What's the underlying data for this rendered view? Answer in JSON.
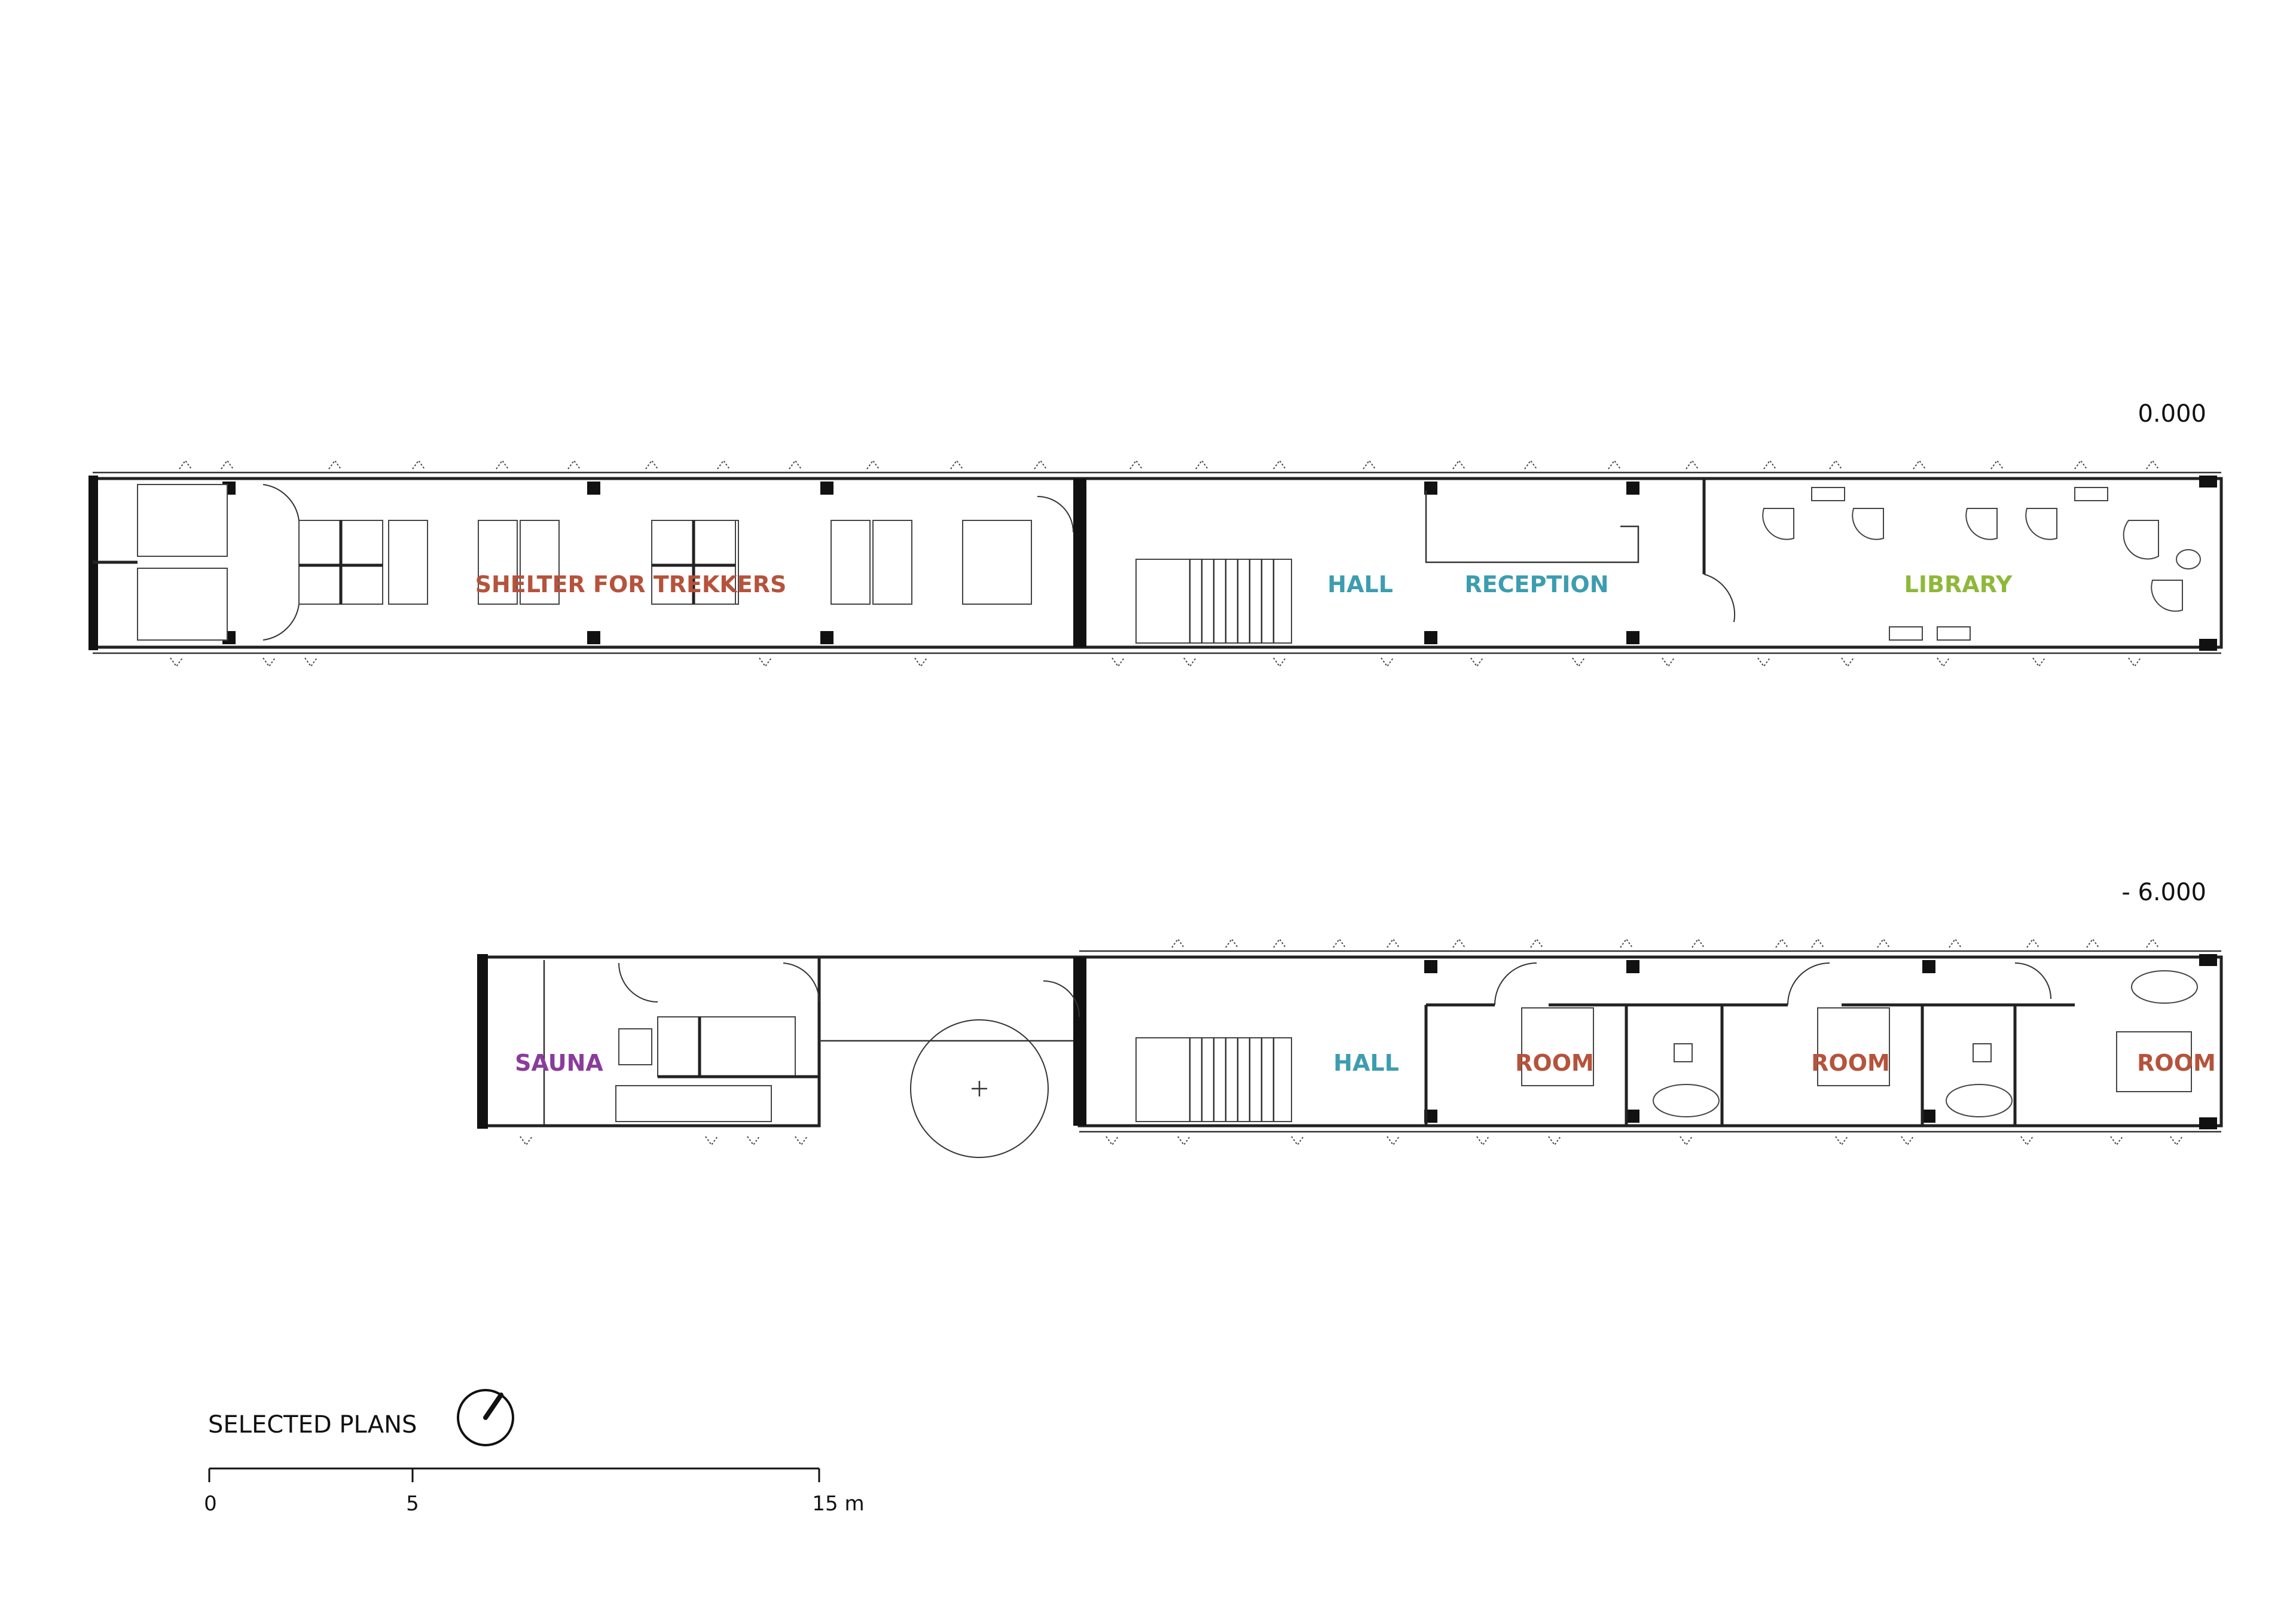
{
  "levels": {
    "upper": {
      "elevation": "0.000"
    },
    "lower": {
      "elevation": "- 6.000"
    }
  },
  "rooms": {
    "upper": [
      {
        "label": "SHELTER FOR TREKKERS",
        "color": "#b5533c"
      },
      {
        "label": "HALL",
        "color": "#3d9db0"
      },
      {
        "label": "RECEPTION",
        "color": "#3d9db0"
      },
      {
        "label": "LIBRARY",
        "color": "#8fb83a"
      }
    ],
    "lower": [
      {
        "label": "SAUNA",
        "color": "#8a3c9c"
      },
      {
        "label": "HALL",
        "color": "#3d9db0"
      },
      {
        "label": "ROOM",
        "color": "#b5533c"
      },
      {
        "label": "ROOM",
        "color": "#b5533c"
      },
      {
        "label": "ROOM",
        "color": "#b5533c"
      }
    ]
  },
  "legend": {
    "title": "SELECTED PLANS",
    "scale_ticks": [
      "0",
      "5",
      "15 m"
    ]
  },
  "icons": {
    "north": "north-arrow-icon"
  }
}
